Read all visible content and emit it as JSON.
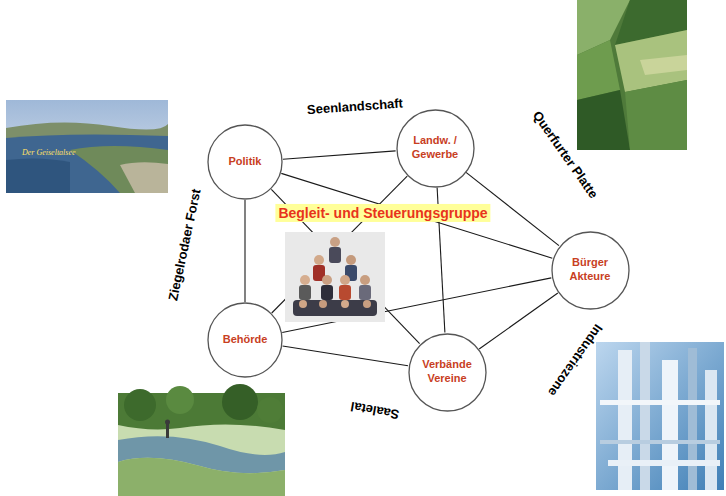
{
  "diagram": {
    "nodes": [
      {
        "text": [
          "Seenlandschaft",
          "Querfurter Platte",
          "Industriezone",
          "Saaletal",
          "Ziegelrodaer Forst",
          "Begleit- und Steuerungsgruppe"
        ]
      },
      {
        "text": [
          "Politik"
        ],
        "in": 0
      },
      {
        "text": [
          "Landw. / Gewerbe"
        ],
        "in": 0
      },
      {
        "text": [
          "Bürger Akteure"
        ],
        "in": 0
      },
      {
        "text": [
          "Behörde"
        ],
        "in": 0
      },
      {
        "text": [
          "Verbände Vereine"
        ],
        "in": 0
      }
    ],
    "edges": [
      {
        "from": 1,
        "to": 2,
        "arrow": "none"
      },
      {
        "from": 1,
        "to": 3,
        "arrow": "none"
      },
      {
        "from": 1,
        "to": 4,
        "arrow": "none"
      },
      {
        "from": 1,
        "to": 5,
        "arrow": "none"
      },
      {
        "from": 2,
        "to": 3,
        "arrow": "none"
      },
      {
        "from": 2,
        "to": 4,
        "arrow": "none"
      },
      {
        "from": 2,
        "to": 5,
        "arrow": "none"
      },
      {
        "from": 4,
        "to": 3,
        "arrow": "none"
      },
      {
        "from": 4,
        "to": 5,
        "arrow": "none"
      },
      {
        "from": 5,
        "to": 3,
        "arrow": "none"
      }
    ],
    "labels": [
      "Der Geiseltalsee"
    ]
  }
}
